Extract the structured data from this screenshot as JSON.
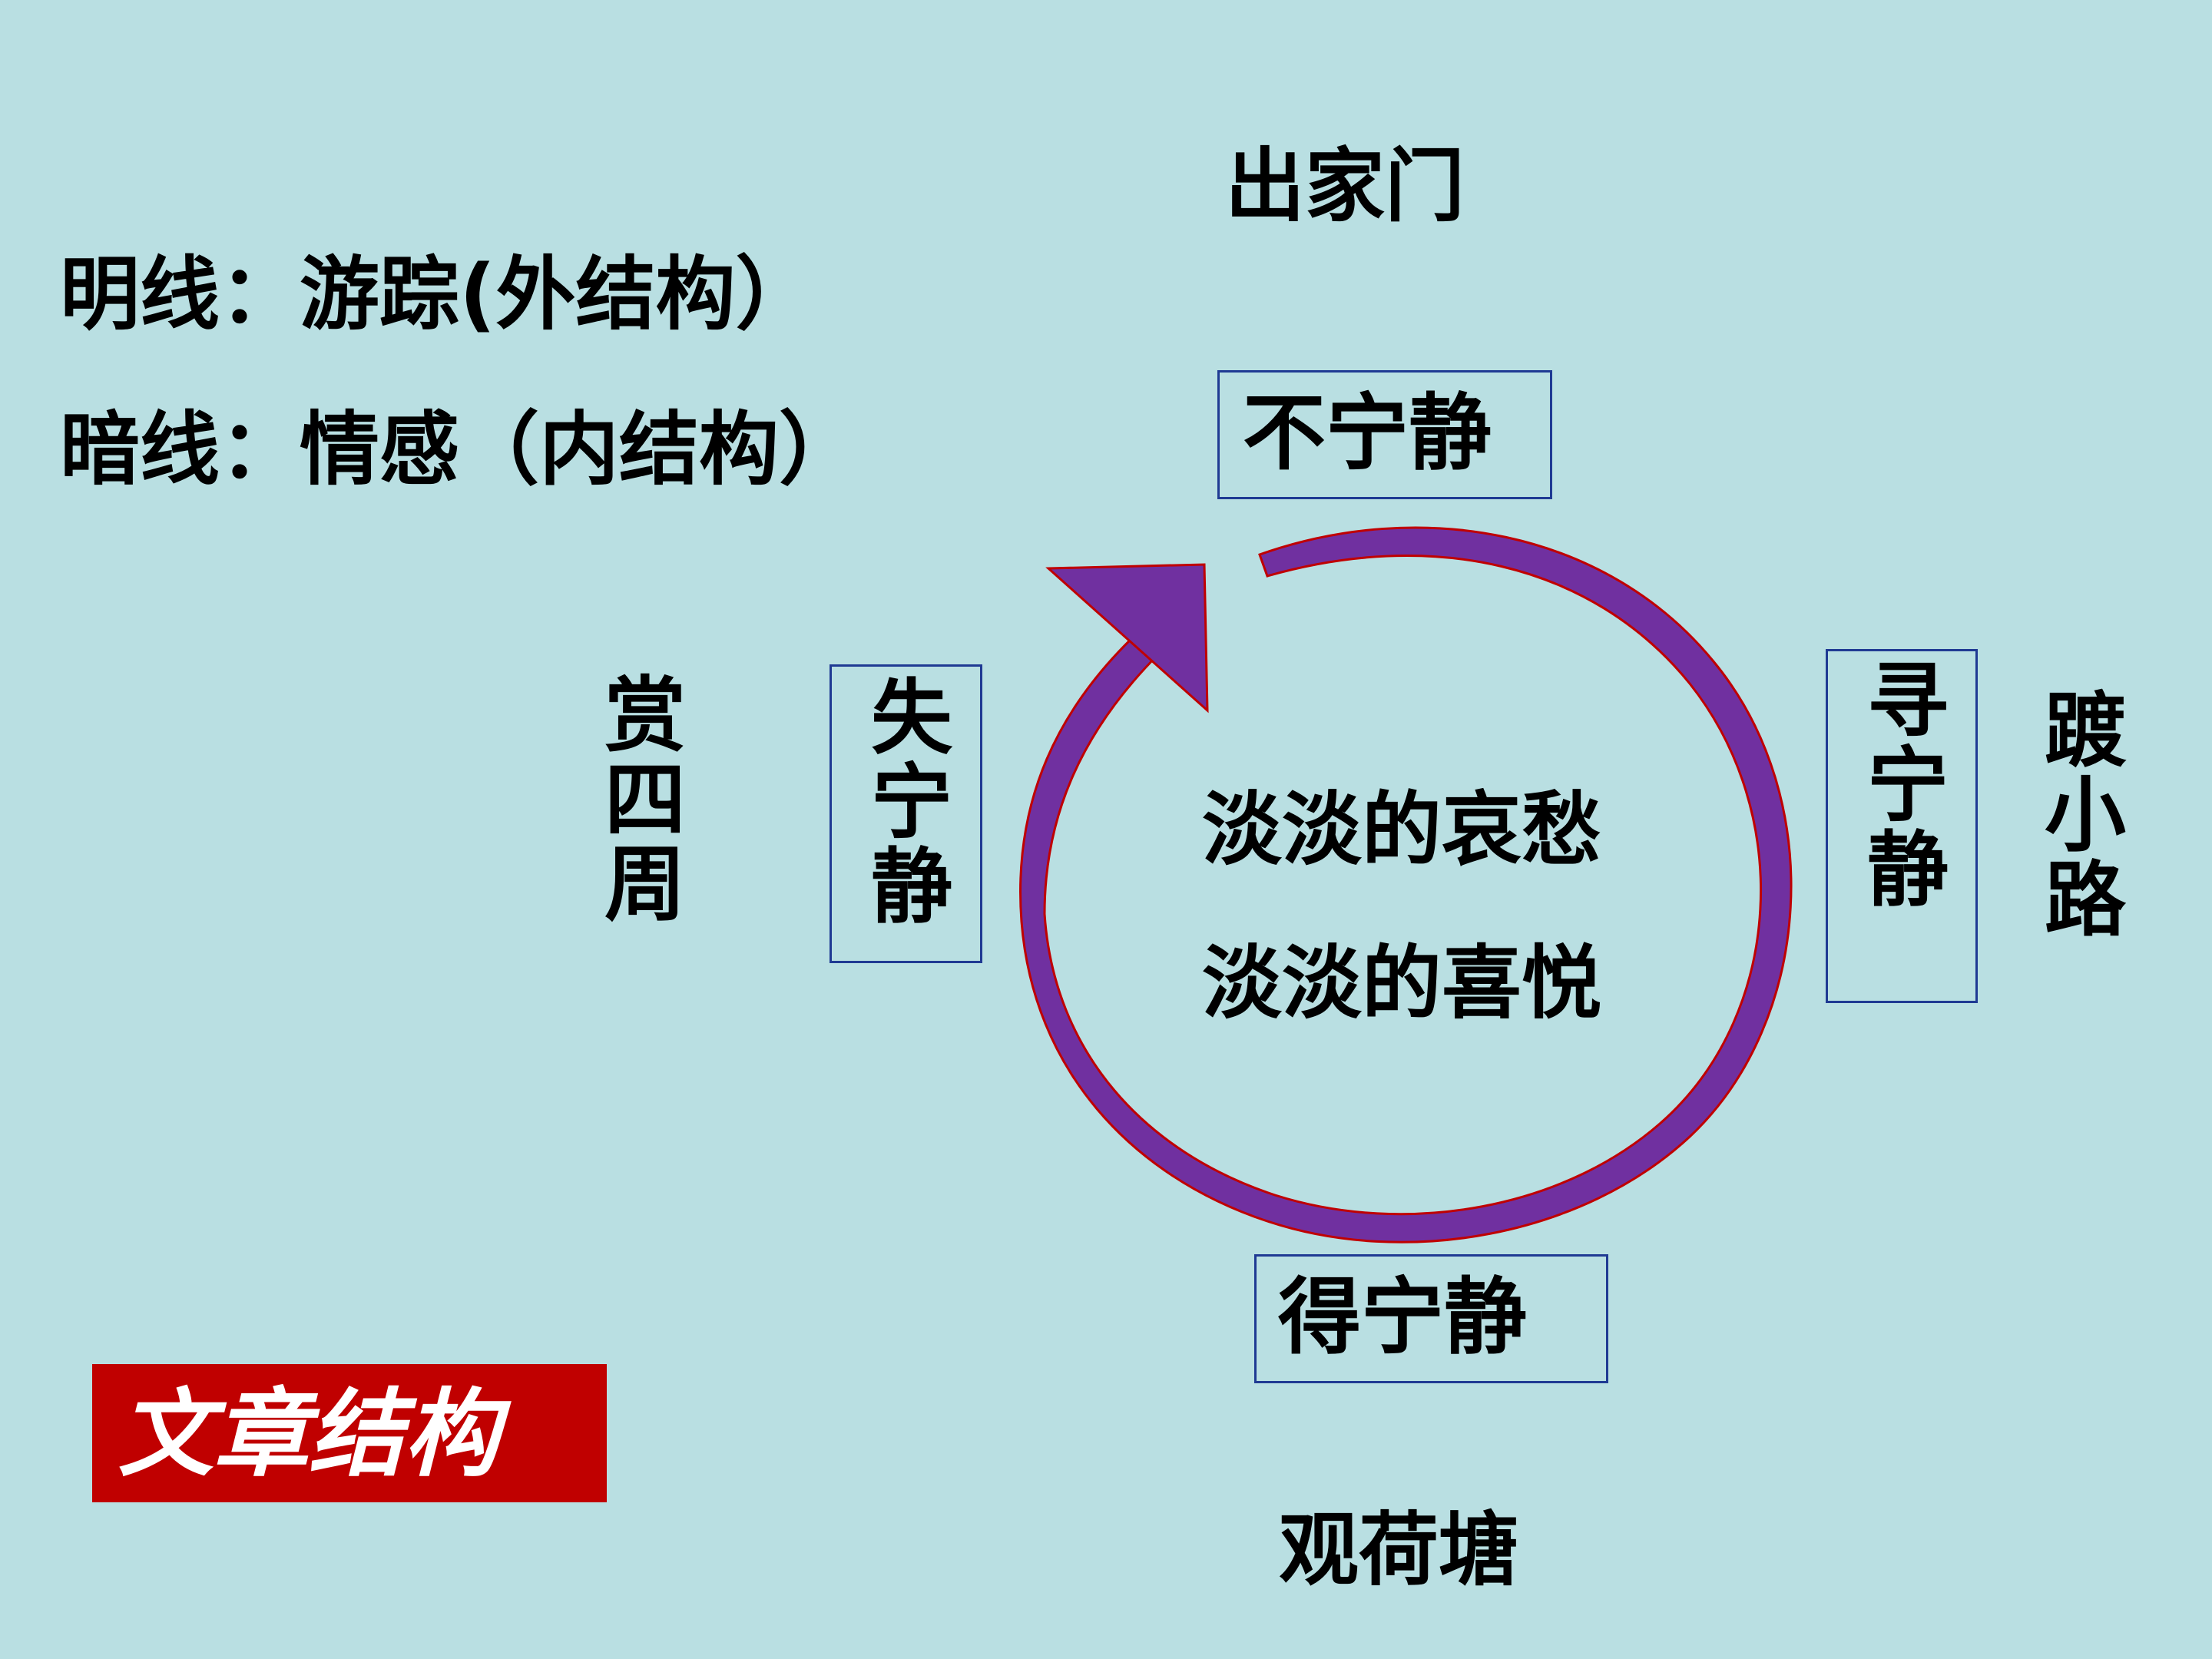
{
  "title_lines": {
    "explicit": "明线：游踪(外结构）",
    "implicit": "暗线：情感（内结构）"
  },
  "cycle": {
    "top_label": "出家门",
    "top_box": "不宁静",
    "right_box": "寻宁静",
    "right_label": "踱小路",
    "bottom_box": "得宁静",
    "bottom_label": "观荷塘",
    "left_box": "失宁静",
    "left_label": "赏四周",
    "center_line1": "淡淡的哀愁",
    "center_line2": "淡淡的喜悦"
  },
  "banner": {
    "label": "文章结构",
    "color": "#c00000"
  },
  "colors": {
    "arrow_fill": "#7030a0",
    "arrow_stroke": "#c00000",
    "box_border": "#1f3a93",
    "background": "#b9dfe2"
  }
}
